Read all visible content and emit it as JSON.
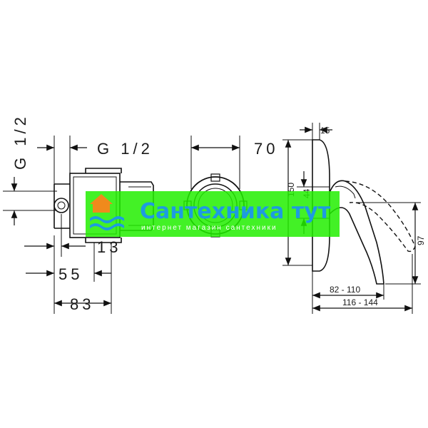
{
  "dimensions": {
    "g_half_vertical": "G 1/2",
    "g_half_horizontal": "G 1/2",
    "d70": "70",
    "d15": "15",
    "d13": "13",
    "d55": "55",
    "d83": "83",
    "d150": "150",
    "d44": "44",
    "d97": "97",
    "d82_110": "82 - 110",
    "d116_144": "116 - 144"
  },
  "watermark": {
    "title": "Сантехника тут",
    "subtitle": "интернет магазин сантехники",
    "banner_color": "#22ee00",
    "title_color": "#1e9be0",
    "sub_color": "#ffffff"
  },
  "colors": {
    "line": "#111111"
  }
}
